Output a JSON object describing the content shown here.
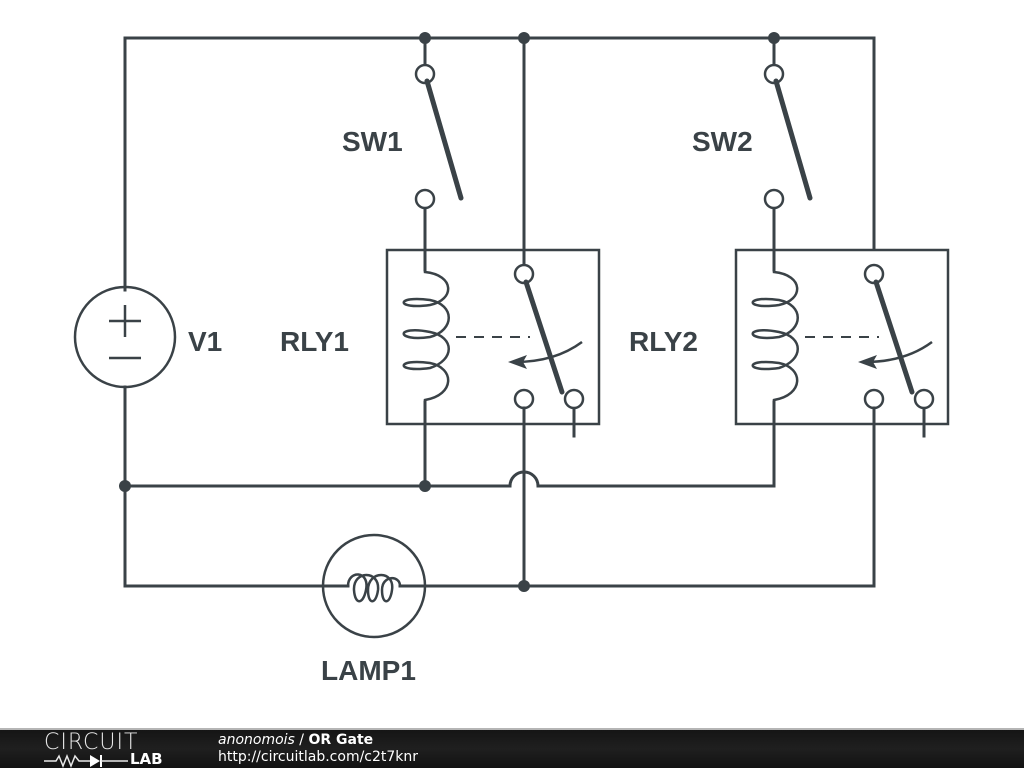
{
  "circuit": {
    "title": "OR Gate",
    "components": {
      "voltage_source": {
        "label": "V1",
        "icon": "voltage-source-icon",
        "polarity_top": "+",
        "polarity_bottom": "-"
      },
      "switch1": {
        "label": "SW1",
        "icon": "spst-switch-icon",
        "state": "open"
      },
      "switch2": {
        "label": "SW2",
        "icon": "spst-switch-icon",
        "state": "open"
      },
      "relay1": {
        "label": "RLY1",
        "icon": "spdt-relay-icon"
      },
      "relay2": {
        "label": "RLY2",
        "icon": "spdt-relay-icon"
      },
      "lamp": {
        "label": "LAMP1",
        "icon": "lamp-icon"
      }
    },
    "colors": {
      "wire": "#3a4247",
      "background": "#ffffff"
    }
  },
  "footer": {
    "logo_top": "CIRCUIT",
    "logo_bottom": "LAB",
    "author": "anonomois",
    "separator": " / ",
    "title": "OR Gate",
    "url": "http://circuitlab.com/c2t7knr",
    "colors": {
      "background": "#1a1a1a",
      "text": "#ffffff"
    }
  }
}
